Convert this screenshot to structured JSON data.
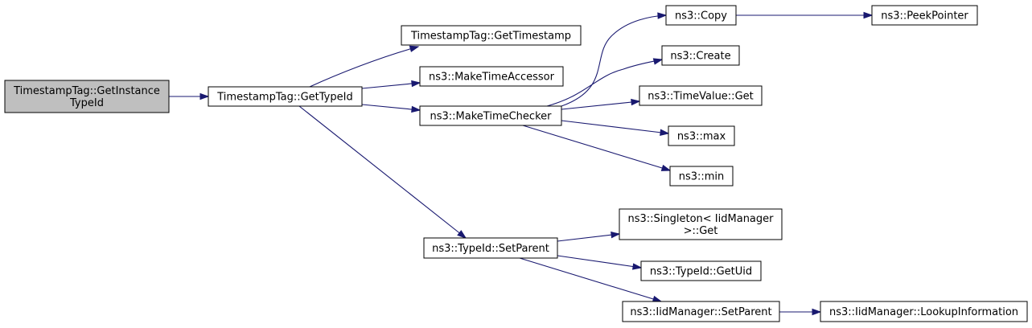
{
  "graph": {
    "colors": {
      "node_fill": "#ffffff",
      "root_fill": "#bfbfbf",
      "edge": "#191970",
      "border": "#000000"
    },
    "nodes": [
      {
        "id": "root",
        "lines": [
          "TimestampTag::GetInstance",
          "TypeId"
        ],
        "root": true
      },
      {
        "id": "gettypeid",
        "lines": [
          "TimestampTag::GetTypeId"
        ]
      },
      {
        "id": "gettimestamp",
        "lines": [
          "TimestampTag::GetTimestamp"
        ]
      },
      {
        "id": "maketimeaccessor",
        "lines": [
          "ns3::MakeTimeAccessor"
        ]
      },
      {
        "id": "maketimechecker",
        "lines": [
          "ns3::MakeTimeChecker"
        ]
      },
      {
        "id": "copy",
        "lines": [
          "ns3::Copy"
        ]
      },
      {
        "id": "peekpointer",
        "lines": [
          "ns3::PeekPointer"
        ]
      },
      {
        "id": "create",
        "lines": [
          "ns3::Create"
        ]
      },
      {
        "id": "timevalueget",
        "lines": [
          "ns3::TimeValue::Get"
        ]
      },
      {
        "id": "max",
        "lines": [
          "ns3::max"
        ]
      },
      {
        "id": "min",
        "lines": [
          "ns3::min"
        ]
      },
      {
        "id": "setparent",
        "lines": [
          "ns3::TypeId::SetParent"
        ]
      },
      {
        "id": "singletonget",
        "lines": [
          "ns3::Singleton< IidManager",
          ">::Get"
        ]
      },
      {
        "id": "getuid",
        "lines": [
          "ns3::TypeId::GetUid"
        ]
      },
      {
        "id": "iidsetparent",
        "lines": [
          "ns3::IidManager::SetParent"
        ]
      },
      {
        "id": "lookupinfo",
        "lines": [
          "ns3::IidManager::LookupInformation"
        ]
      }
    ],
    "edges": [
      {
        "from": "root",
        "to": "gettypeid"
      },
      {
        "from": "gettypeid",
        "to": "gettimestamp"
      },
      {
        "from": "gettypeid",
        "to": "maketimeaccessor"
      },
      {
        "from": "gettypeid",
        "to": "maketimechecker"
      },
      {
        "from": "gettypeid",
        "to": "setparent"
      },
      {
        "from": "maketimechecker",
        "to": "copy"
      },
      {
        "from": "maketimechecker",
        "to": "create"
      },
      {
        "from": "maketimechecker",
        "to": "timevalueget"
      },
      {
        "from": "maketimechecker",
        "to": "max"
      },
      {
        "from": "maketimechecker",
        "to": "min"
      },
      {
        "from": "copy",
        "to": "peekpointer"
      },
      {
        "from": "setparent",
        "to": "singletonget"
      },
      {
        "from": "setparent",
        "to": "getuid"
      },
      {
        "from": "setparent",
        "to": "iidsetparent"
      },
      {
        "from": "iidsetparent",
        "to": "lookupinfo"
      }
    ]
  }
}
